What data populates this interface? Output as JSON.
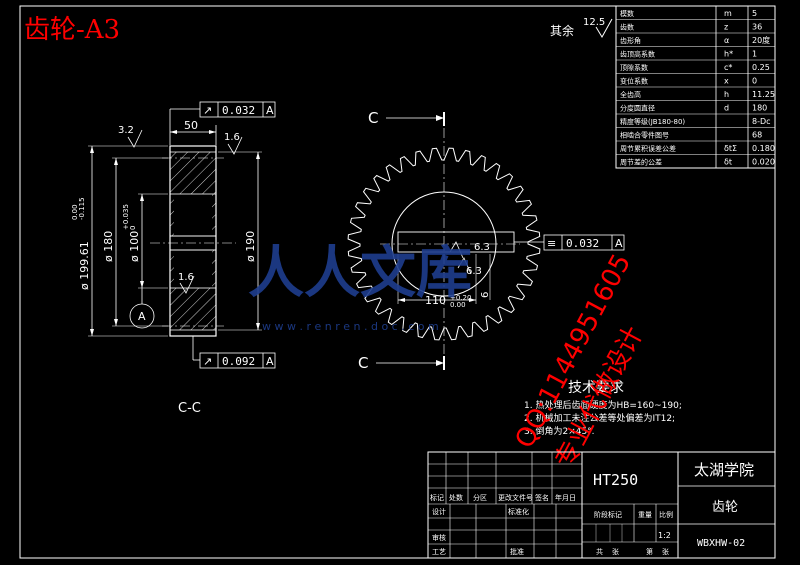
{
  "title": "齿轮-A3",
  "roughness_other": {
    "label": "其余",
    "value": "12.5"
  },
  "section_labels": {
    "left": "C-C",
    "c_top": "C",
    "c_bottom": "C"
  },
  "dims": {
    "width": "50",
    "rough_left": "3.2",
    "rough_right": "1.6",
    "rough_bore": "1.6",
    "dia_outer": "ø 199.61",
    "dia_outer_tol_up": "0.00",
    "dia_outer_tol_dn": "-0.115",
    "dia_180": "ø 180",
    "dia_100": "ø 100",
    "dia_100_tol_up": "+0.035",
    "dia_100_tol_dn": "0",
    "dia_190": "ø 190",
    "datum": "A",
    "bore_r1": "6.3",
    "bore_r2": "6.3",
    "keyway": "110",
    "keyway_tol_up": "+0.20",
    "keyway_tol_dn": "0.00",
    "key_small": "6"
  },
  "tolerance_frames": {
    "runout_top": {
      "symbol": "↗",
      "value": "0.032",
      "datum": "A"
    },
    "runout_bottom": {
      "symbol": "↗",
      "value": "0.092",
      "datum": "A"
    },
    "symmetry": {
      "symbol": "≡",
      "value": "0.032",
      "datum": "A"
    }
  },
  "watermark": {
    "url": "w w w . r e n r e n . d o c . c o m"
  },
  "overlay_text": {
    "qq": "QQ:1144951605",
    "service": "专业代做设计"
  },
  "tech_requirements": {
    "title": "技术要求",
    "items": [
      "1. 热处理后齿面硬度为HB=160~190;",
      "2. 机械加工未注公差等处偏差为IT12;",
      "3. 倒角为2×45°."
    ]
  },
  "params": [
    {
      "name": "模数",
      "sym": "m",
      "val": "5"
    },
    {
      "name": "齿数",
      "sym": "z",
      "val": "36"
    },
    {
      "name": "齿形角",
      "sym": "α",
      "val": "20度"
    },
    {
      "name": "齿顶高系数",
      "sym": "h*",
      "val": "1"
    },
    {
      "name": "顶隙系数",
      "sym": "c*",
      "val": "0.25"
    },
    {
      "name": "变位系数",
      "sym": "x",
      "val": "0"
    },
    {
      "name": "全齿高",
      "sym": "h",
      "val": "11.25"
    },
    {
      "name": "分度圆直径",
      "sym": "d",
      "val": "180"
    },
    {
      "name": "精度等级(JB180-80)",
      "sym": "",
      "val": "8-Dc"
    },
    {
      "name": "相啮合零件图号",
      "sym": "",
      "val": "68"
    },
    {
      "name": "周节累积误差公差",
      "sym": "δtΣ",
      "val": "0.180"
    },
    {
      "name": "周节差的公差",
      "sym": "δt",
      "val": "0.020"
    }
  ],
  "title_block": {
    "material": "HT250",
    "school": "太湖学院",
    "part_name": "齿轮",
    "drawing_no": "WBXHW-02",
    "scale": "1:2",
    "headers": {
      "mark": "标记",
      "qty": "处数",
      "zone": "分区",
      "doc": "更改文件号",
      "sign": "签名",
      "date": "年月日",
      "design": "设计",
      "standard": "标准化",
      "stage": "阶段标记",
      "weight": "重量",
      "ratio": "比例",
      "review": "审核",
      "process": "工艺",
      "approve": "批准",
      "total": "共",
      "sheet": "张",
      "page": "第",
      "page_unit": "张"
    }
  },
  "colors": {
    "title": "#ff0000",
    "line": "#ffffff",
    "overlay": "#ff0000",
    "watermark": "#1e3e8e"
  }
}
